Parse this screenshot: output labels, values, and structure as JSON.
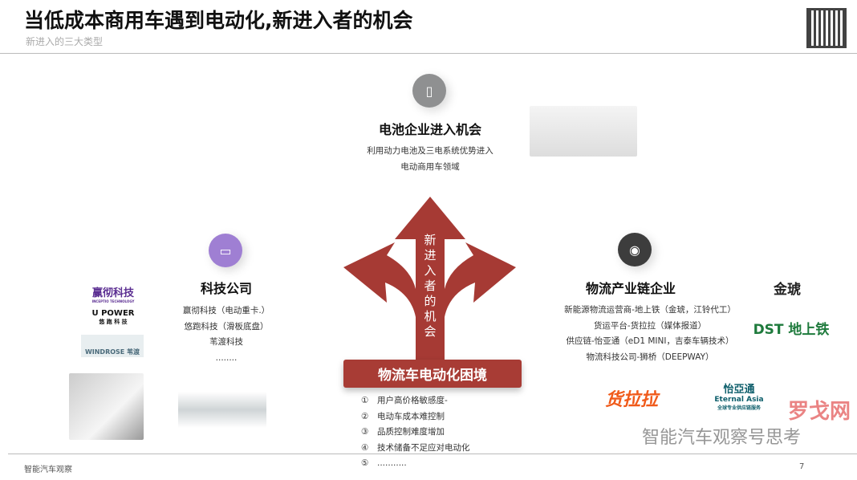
{
  "header": {
    "title": "当低成本商用车遇到电动化,新进入者的机会",
    "subtitle": "新进入的三大类型"
  },
  "battery": {
    "icon": "document-p-icon",
    "title": "电池企业进入机会",
    "lines": [
      "利用动力电池及三电系统优势进入",
      "电动商用车领域"
    ]
  },
  "tech": {
    "icon": "toolbox-icon",
    "title": "科技公司",
    "lines": [
      "赢彻科技（电动重卡.）",
      "悠跑科技（滑板底盘）",
      "苇渡科技",
      "........"
    ],
    "logos": [
      "赢彻科技",
      "INCEPTIO TECHNOLOGY",
      "U POWER",
      "悠 跑 科 技",
      "WINDROSE 苇渡"
    ]
  },
  "logistics": {
    "icon": "disc-icon",
    "title": "物流产业链企业",
    "lines": [
      "新能源物流运营商-地上铁（金琥，江铃代工）",
      "货运平台-货拉拉（媒体报道）",
      "供应链-怡亚通（eD1 MINI，吉泰车辆技术）",
      "物流科技公司-狮桥（DEEPWAY）"
    ],
    "logos": [
      "金琥",
      "DST 地上铁",
      "货拉拉",
      "怡亞通",
      "Eternal Asia",
      "全球专业供应链服务"
    ]
  },
  "center": {
    "arrow_text": "新进入者的机会",
    "arrow_color": "#a63a34",
    "banner": "物流车电动化困境"
  },
  "difficulties": [
    {
      "n": "①",
      "t": "用户高价格敏感度-"
    },
    {
      "n": "②",
      "t": "电动车成本难控制"
    },
    {
      "n": "③",
      "t": "品质控制难度增加"
    },
    {
      "n": "④",
      "t": "技术储备不足应对电动化"
    },
    {
      "n": "⑤",
      "t": "..........."
    }
  ],
  "footer": {
    "left": "智能汽车观察",
    "page": "7",
    "watermark": "智能汽车观察号思考",
    "watermark2": "罗戈网"
  }
}
